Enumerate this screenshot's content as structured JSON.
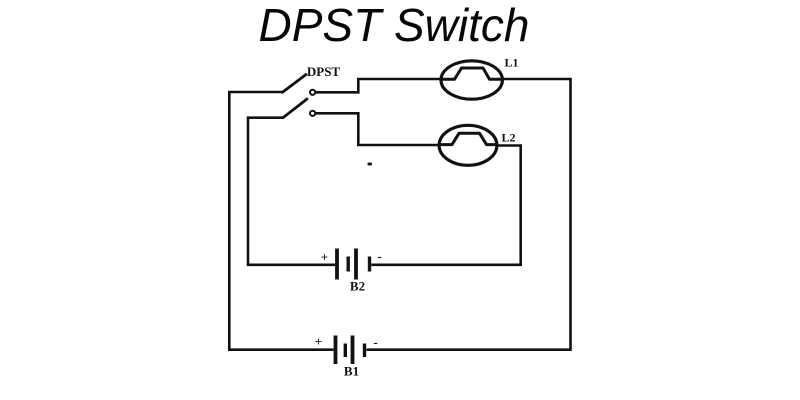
{
  "title": "DPST Switch",
  "diagram": {
    "switch": {
      "label": "DPST"
    },
    "lamps": [
      {
        "label": "L1"
      },
      {
        "label": "L2"
      }
    ],
    "batteries": [
      {
        "label": "B2",
        "plus": "+",
        "minus": "-"
      },
      {
        "label": "B1",
        "plus": "+",
        "minus": "-"
      }
    ]
  },
  "colors": {
    "background": "#ffffff",
    "line": "#111111",
    "text": "#111111",
    "title_text": "#070707"
  }
}
